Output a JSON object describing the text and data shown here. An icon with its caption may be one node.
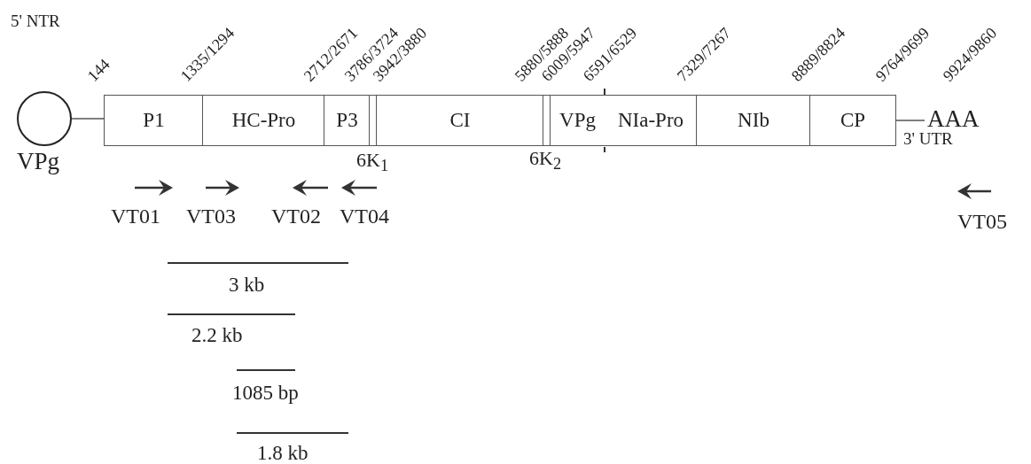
{
  "diagram": {
    "nodes": [
      {
        "text": [
          "VPg"
        ]
      },
      {
        "text": [
          "P1"
        ]
      },
      {
        "text": [
          "HC-Pro"
        ]
      },
      {
        "text": [
          "P3"
        ]
      },
      {
        "text": [
          "6K$_{1}$"
        ]
      },
      {
        "text": [
          "CI"
        ]
      },
      {
        "text": [
          "6K$_{2}$"
        ]
      },
      {
        "text": [
          "VPg"
        ]
      },
      {
        "text": [
          "NIa-Pro"
        ]
      },
      {
        "text": [
          "NIb"
        ]
      },
      {
        "text": [
          "CP"
        ]
      },
      {
        "text": [
          "AAA"
        ]
      }
    ],
    "edges": [
      {
        "from": 0,
        "to": 1,
        "arrow": "none"
      },
      {
        "from": 10,
        "to": 11,
        "arrow": "none"
      }
    ],
    "labels": [
      "5' NTR",
      "144",
      "1335/1294",
      "2712/2671",
      "3786/3724",
      "3942/3880",
      "5880/5888",
      "6009/5947",
      "6591/6529",
      "7329/7267",
      "8889/8824",
      "9764/9699",
      "9924/9860",
      "3' UTR",
      "VT01",
      "VT03",
      "VT02",
      "VT04",
      "VT05",
      "3 kb",
      "2.2 kb",
      "1085 bp",
      "1.8 kb"
    ]
  }
}
